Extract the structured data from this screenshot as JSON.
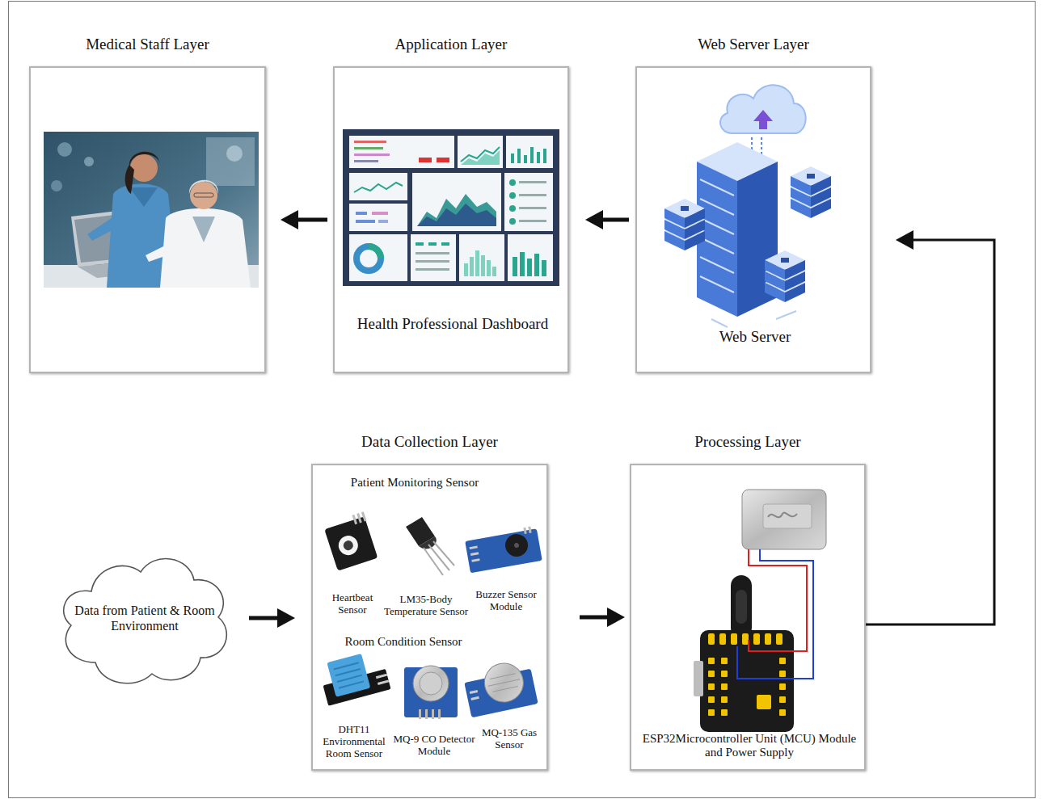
{
  "diagram": {
    "nodes": [
      {
        "text": [
          "Medical Staff Layer"
        ]
      },
      {
        "text": [
          "Application Layer",
          "Health Professional Dashboard"
        ]
      },
      {
        "text": [
          "Web Server Layer",
          "Web Server"
        ]
      },
      {
        "text": [
          "Data from Patient & Room Environment"
        ]
      },
      {
        "text": [
          "Data Collection Layer",
          "Patient Monitoring Sensor",
          "Heartbeat Sensor",
          "LM35-Body Temperature Sensor",
          "Buzzer Sensor Module",
          "Room Condition Sensor",
          "DHT11 Environmental Room Sensor",
          "MQ-9 CO Detector Module",
          "MQ-135 Gas Sensor"
        ]
      },
      {
        "text": [
          "Processing Layer",
          "ESP32Microcontroller Unit (MCU) Module and Power Supply"
        ]
      }
    ],
    "edges": [
      {
        "from": 2,
        "to": 1,
        "arrow": "to"
      },
      {
        "from": 1,
        "to": 0,
        "arrow": "to"
      },
      {
        "from": 3,
        "to": 4,
        "arrow": "to"
      },
      {
        "from": 4,
        "to": 5,
        "arrow": "to"
      },
      {
        "from": 5,
        "to": 2,
        "arrow": "to"
      }
    ]
  }
}
